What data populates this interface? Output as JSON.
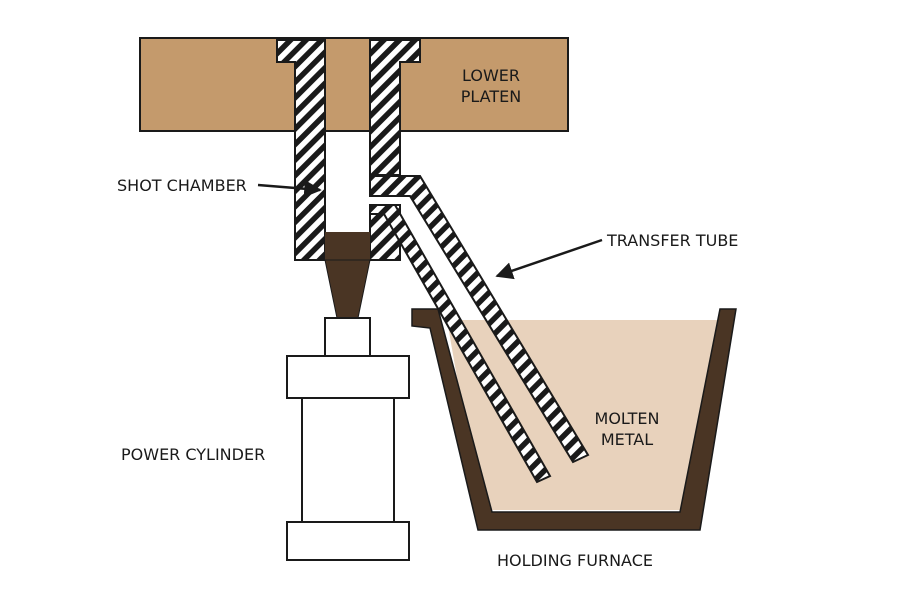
{
  "labels": {
    "lower_platen": [
      "LOWER",
      "PLATEN"
    ],
    "shot_chamber": "SHOT CHAMBER",
    "transfer_tube": "TRANSFER TUBE",
    "molten_metal": [
      "MOLTEN",
      "METAL"
    ],
    "power_cylinder": "POWER CYLINDER",
    "holding_furnace": "HOLDING FURNACE"
  },
  "colors": {
    "platen": "#c49a6c",
    "furnace_wall": "#4a3524",
    "molten_metal": "#e8d2bc",
    "plunger": "#4a3524",
    "outline": "#1a1a1a"
  }
}
